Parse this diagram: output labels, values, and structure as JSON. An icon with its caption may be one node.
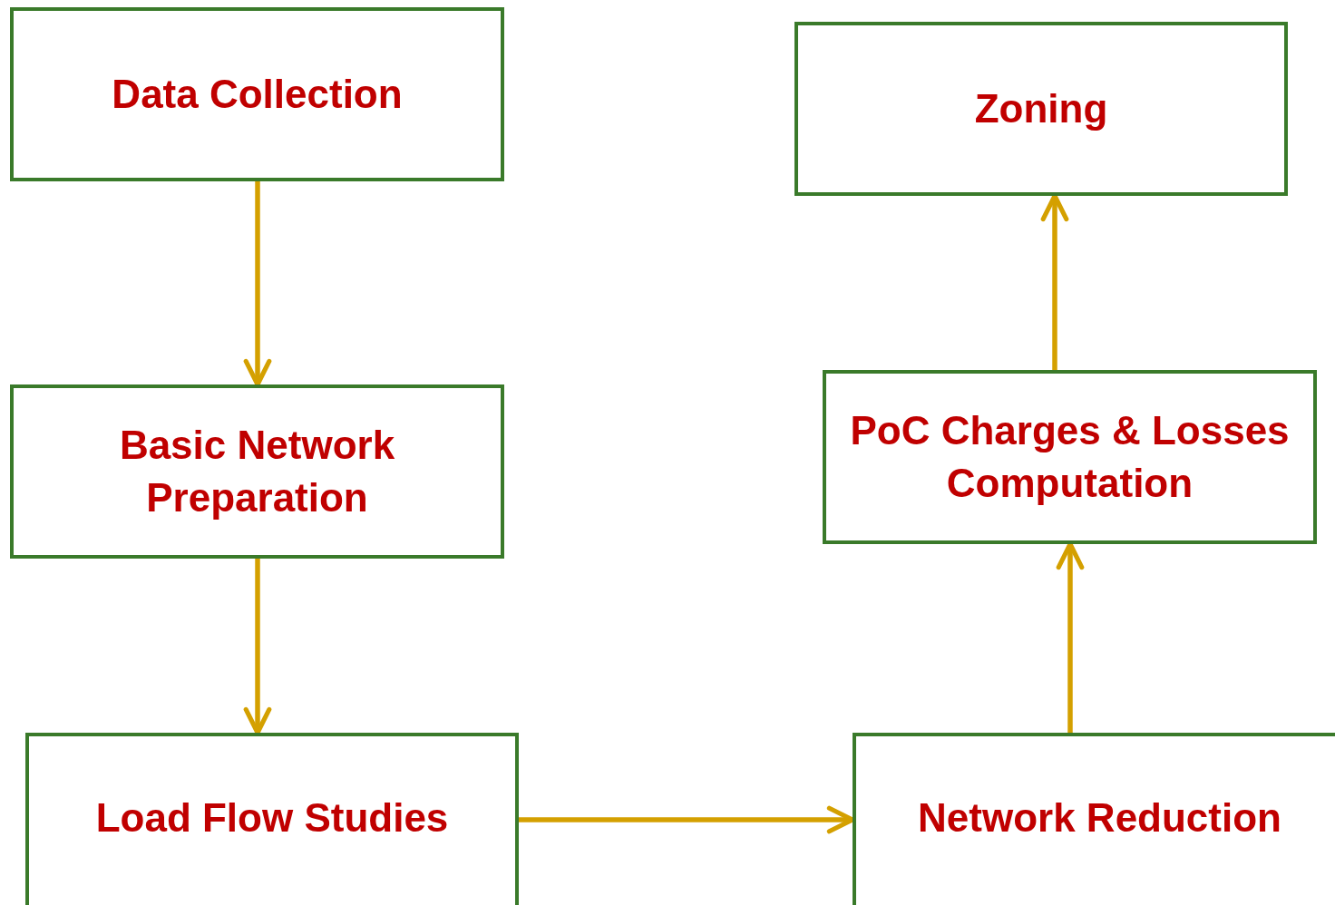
{
  "diagram": {
    "nodes": [
      {
        "text": [
          "Data Collection"
        ]
      },
      {
        "text": [
          "Basic Network Preparation"
        ]
      },
      {
        "text": [
          "Load Flow Studies"
        ]
      },
      {
        "text": [
          "Network Reduction"
        ]
      },
      {
        "text": [
          "PoC Charges & Losses Computation"
        ]
      },
      {
        "text": [
          "Zoning"
        ]
      }
    ],
    "edges": [
      {
        "from": 0,
        "to": 1,
        "arrow": "to"
      },
      {
        "from": 1,
        "to": 2,
        "arrow": "to"
      },
      {
        "from": 2,
        "to": 3,
        "arrow": "to"
      },
      {
        "from": 3,
        "to": 4,
        "arrow": "to"
      },
      {
        "from": 4,
        "to": 5,
        "arrow": "to"
      }
    ]
  }
}
